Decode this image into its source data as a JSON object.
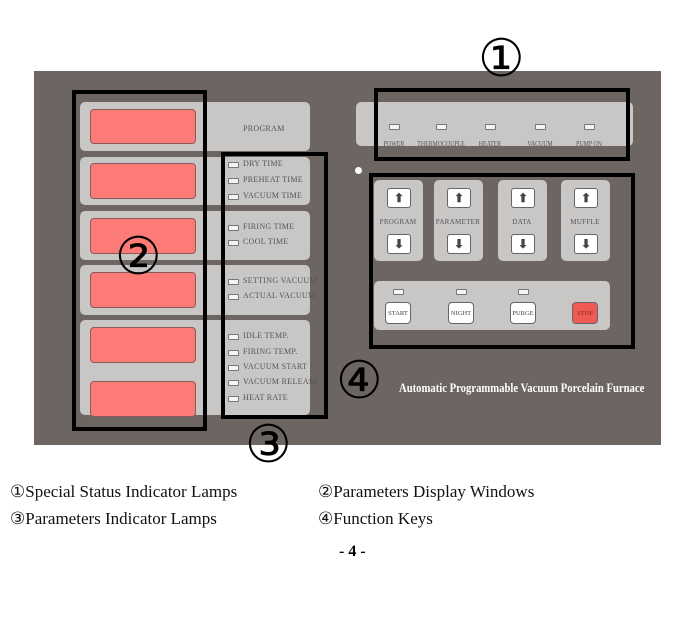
{
  "status_lamps": [
    "POWER",
    "THERMOCOUPLE",
    "HEATER",
    "VACUUM",
    "PUMP ON"
  ],
  "display_label": "PROGRAM",
  "param_groups": [
    [
      "DRY TIME",
      "PREHEAT TIME",
      "VACUUM TIME"
    ],
    [
      "FIRING TIME",
      "COOL TIME"
    ],
    [
      "SETTING VACUUM",
      "ACTUAL VACUUM"
    ],
    [
      "IDLE TEMP.",
      "FIRING TEMP.",
      "VACUUM START",
      "VACUUM RELEASE",
      "HEAT RATE"
    ]
  ],
  "updown_keys": [
    "PROGRAM",
    "PARAMETER",
    "DATA",
    "MUFFLE"
  ],
  "arrows": {
    "up": "⬆",
    "down": "⬇"
  },
  "function_keys": [
    "START",
    "NIGHT",
    "PURGE",
    "STOP"
  ],
  "stop_color": "#f05a55",
  "panel_title": "Automatic Programmable Vacuum Porcelain Furnace",
  "markers": [
    "①",
    "②",
    "③",
    "④"
  ],
  "captions": [
    "①Special Status Indicator Lamps",
    "②Parameters Display Windows",
    "③Parameters Indicator Lamps",
    "④Function Keys"
  ],
  "page_number": "- 4 -"
}
